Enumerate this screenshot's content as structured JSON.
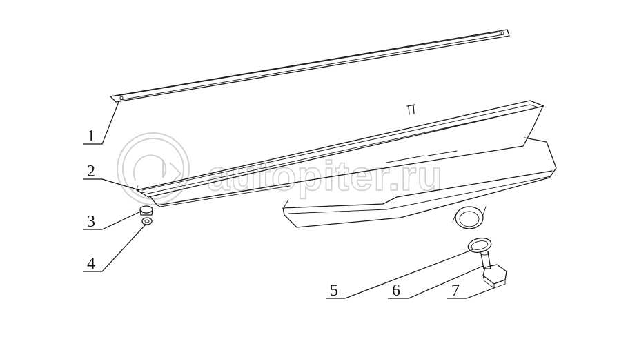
{
  "watermark": {
    "text": "autopiter.ru",
    "logo_icon": "autopiter-logo-icon"
  },
  "callouts": [
    {
      "id": "1",
      "label": "1",
      "part": "oil-pan-gasket"
    },
    {
      "id": "2",
      "label": "2",
      "part": "oil-pan-flange-seal"
    },
    {
      "id": "3",
      "label": "3",
      "part": "bolt"
    },
    {
      "id": "4",
      "label": "4",
      "part": "washer"
    },
    {
      "id": "5",
      "label": "5",
      "part": "drain-plug-seal-ring"
    },
    {
      "id": "6",
      "label": "6",
      "part": "magnetic-drain-insert"
    },
    {
      "id": "7",
      "label": "7",
      "part": "drain-plug"
    }
  ],
  "colors": {
    "line": "#1a1a1a",
    "watermark": "#cfcfcf",
    "background": "#ffffff"
  }
}
